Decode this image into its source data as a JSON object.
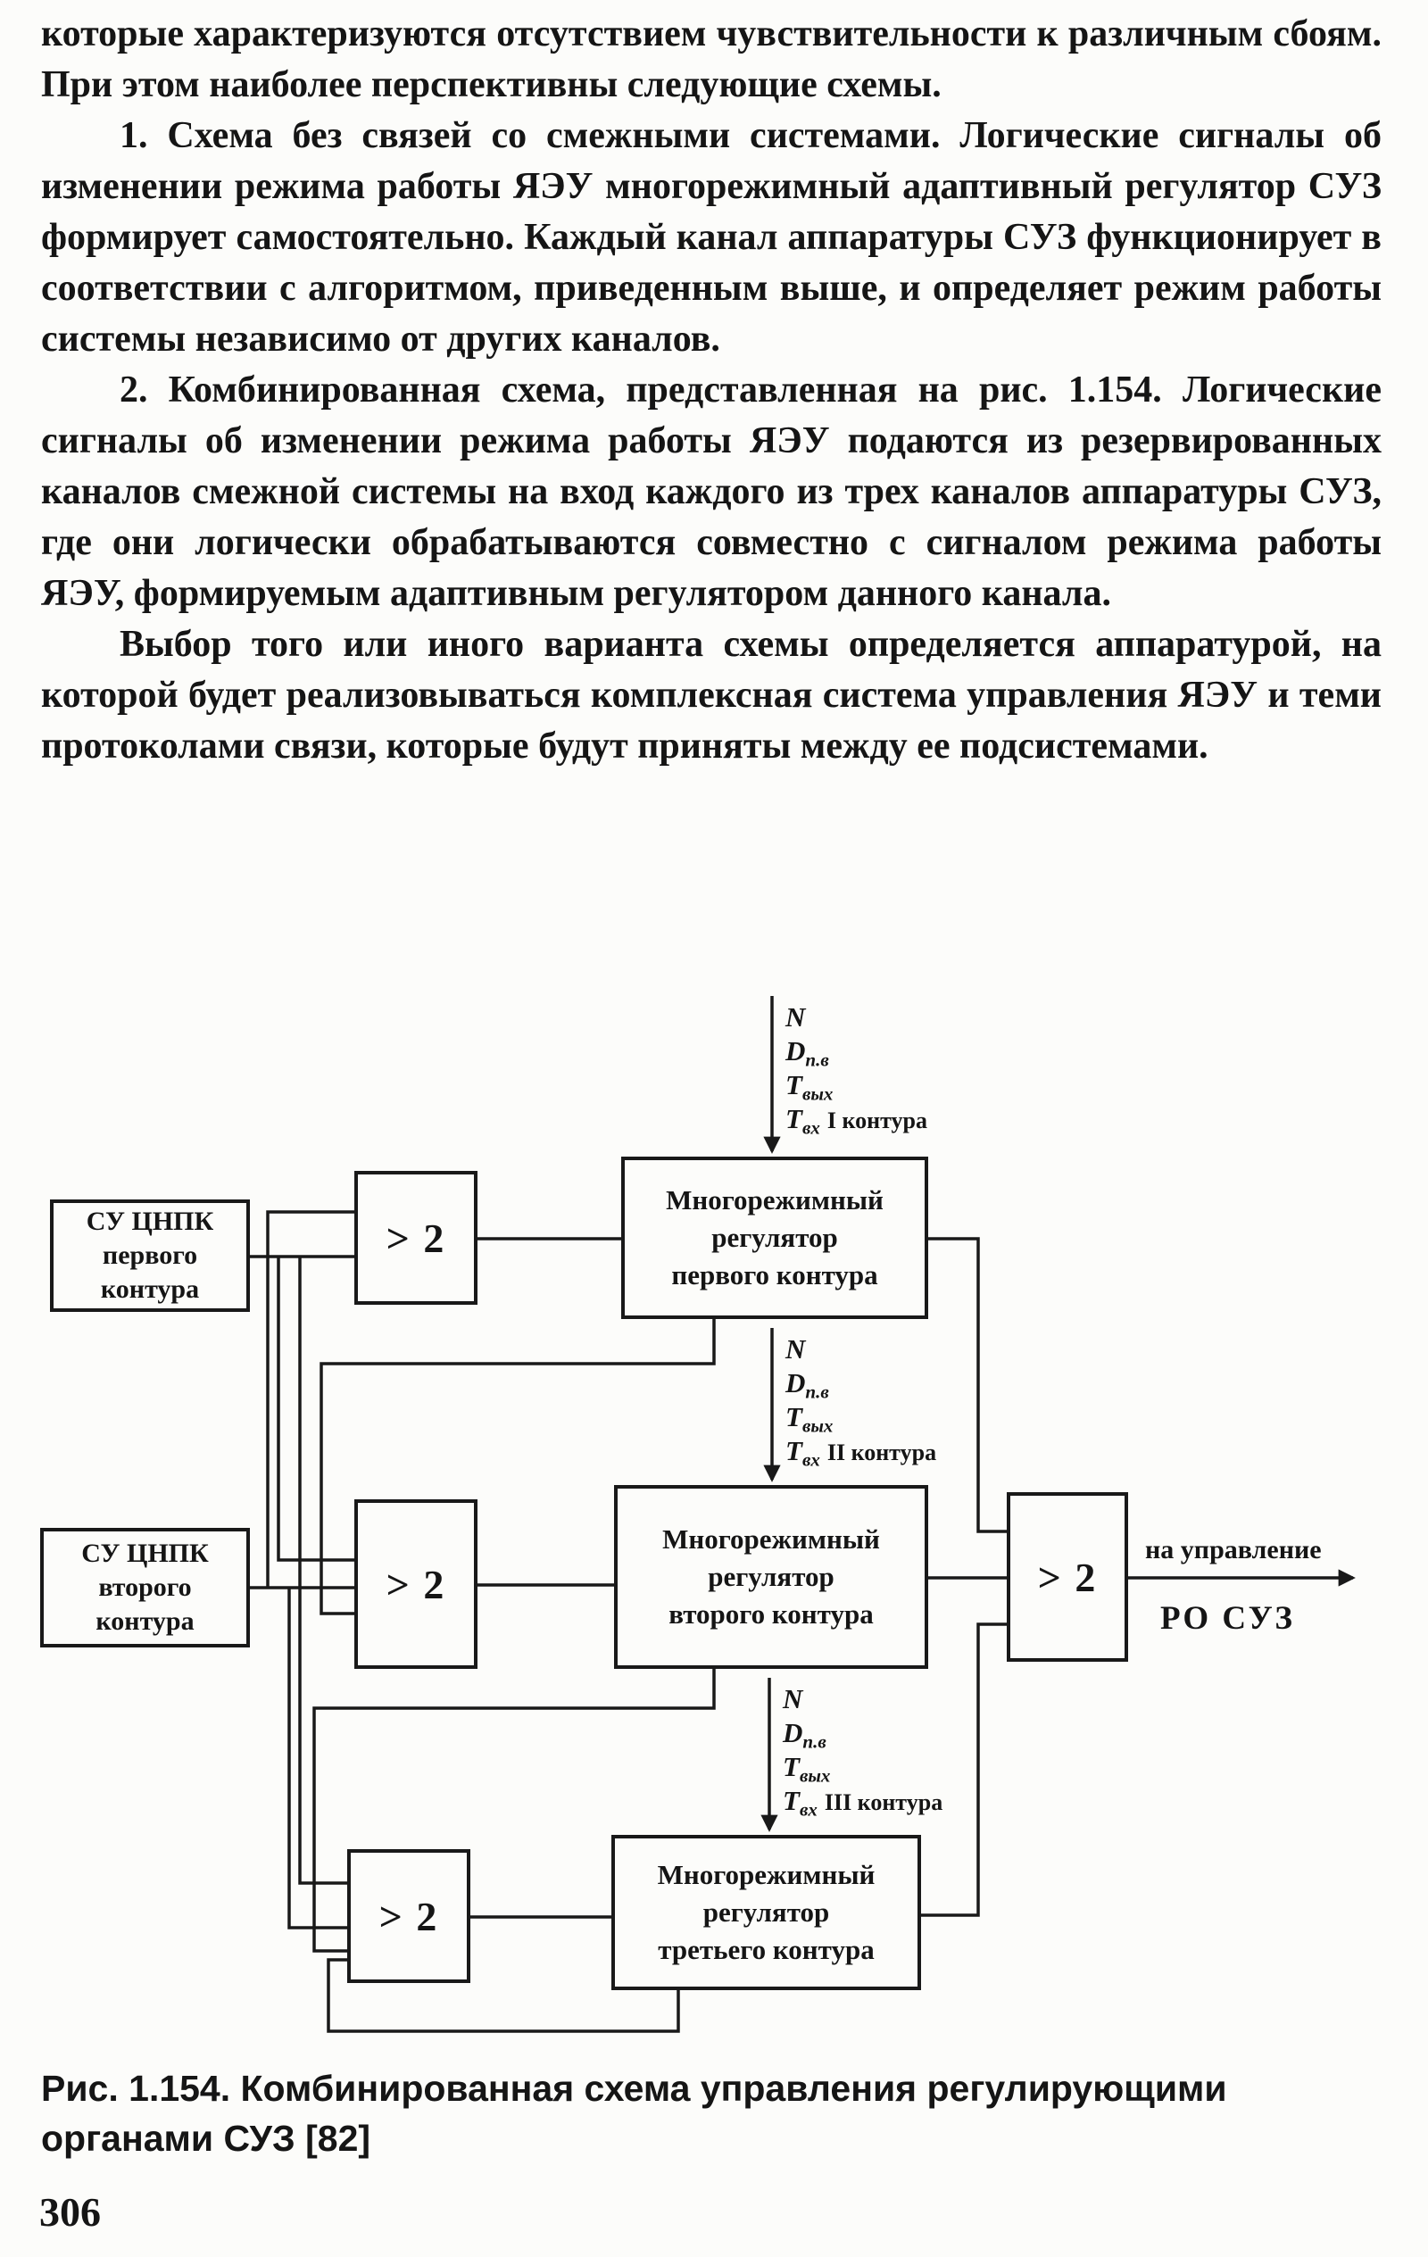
{
  "page": {
    "paragraphs": [
      "которые характеризуются отсутствием чувствительности к различным сбоям. При этом наиболее перспективны следующие схемы.",
      "1. Схема без связей со смежными системами. Логические сигналы об изменении режима работы ЯЭУ многорежимный адаптивный регулятор СУЗ формирует самостоятельно. Каждый канал аппаратуры СУЗ функционирует в соответствии с алгоритмом, приведенным выше, и определяет режим работы системы независимо от других каналов.",
      "2. Комбинированная схема, представленная на рис. 1.154. Логические сигналы об изменении режима работы ЯЭУ подаются из резервированных каналов смежной системы на вход каждого из трех каналов аппаратуры СУЗ, где они логически обрабатываются совместно с сигналом режима работы ЯЭУ, формируемым адаптивным регулятором данного канала.",
      "Выбор того или иного варианта схемы определяется аппаратурой, на которой будет реализовываться комплексная система управления ЯЭУ и теми протоколами связи, которые будут приняты между ее подсистемами."
    ],
    "caption": "Рис. 1.154. Комбинированная схема управления регулирующими органами СУЗ [82]",
    "page_number": "306"
  },
  "diagram": {
    "line_color": "#191919",
    "source_boxes": [
      {
        "line1": "СУ ЦНПК",
        "line2": "первого",
        "line3": "контура"
      },
      {
        "line1": "СУ ЦНПК",
        "line2": "второго",
        "line3": "контура"
      }
    ],
    "voter_label": "> 2",
    "regulators": [
      {
        "line1": "Многорежимный",
        "line2": "регулятор",
        "line3": "первого контура"
      },
      {
        "line1": "Многорежимный",
        "line2": "регулятор",
        "line3": "второго контура"
      },
      {
        "line1": "Многорежимный",
        "line2": "регулятор",
        "line3": "третьего контура"
      }
    ],
    "signal_groups": [
      {
        "n": "N",
        "d_main": "D",
        "d_sub": "п.в",
        "t1_main": "T",
        "t1_sub": "вых",
        "t2_main": "T",
        "t2_sub": "вх",
        "t2_rest": "I контура"
      },
      {
        "n": "N",
        "d_main": "D",
        "d_sub": "п.в",
        "t1_main": "T",
        "t1_sub": "вых",
        "t2_main": "T",
        "t2_sub": "вх",
        "t2_rest": "II контура"
      },
      {
        "n": "N",
        "d_main": "D",
        "d_sub": "п.в",
        "t1_main": "T",
        "t1_sub": "вых",
        "t2_main": "T",
        "t2_sub": "вх",
        "t2_rest": "III контура"
      }
    ],
    "output": {
      "line1": "на управление",
      "line2": "РО СУЗ"
    }
  }
}
